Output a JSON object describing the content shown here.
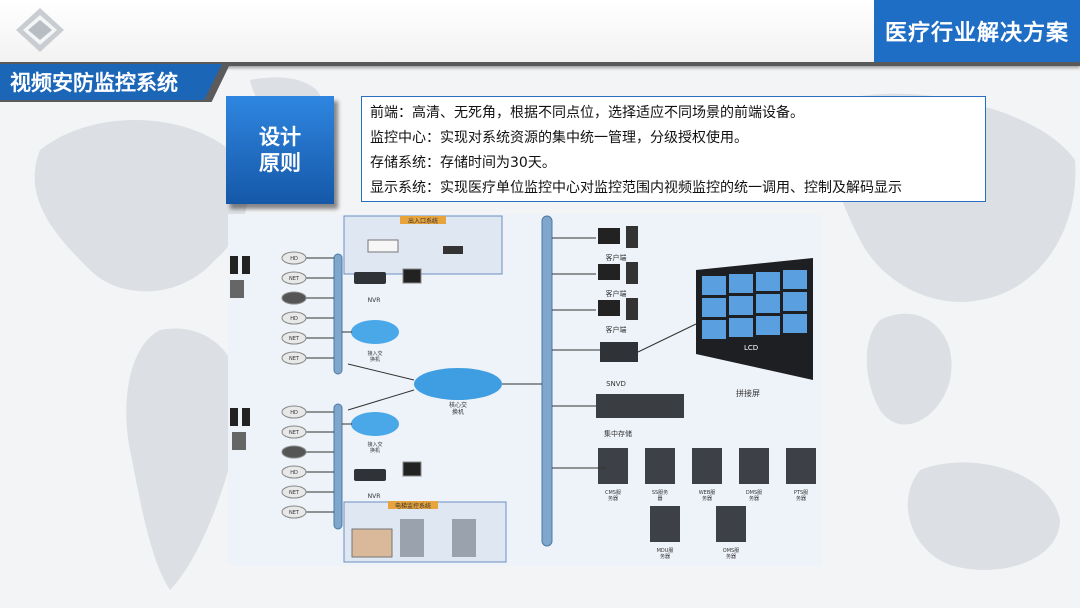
{
  "header": {
    "industry_title": "医疗行业解决方案",
    "section_title": "视频安防监控系统"
  },
  "principle": {
    "line1": "设计",
    "line2": "原则"
  },
  "design_points": [
    "前端：高清、无死角，根据不同点位，选择适应不同场景的前端设备。",
    "监控中心：实现对系统资源的集中统一管理，分级授权使用。",
    "存储系统：存储时间为30天。",
    "显示系统：实现医疗单位监控中心对监控范围内视频监控的统一调用、控制及解码显示"
  ],
  "diagram": {
    "camera_labels_top": [
      "HD",
      "NET",
      "",
      "HD",
      "NET",
      "NET"
    ],
    "camera_labels_bottom": [
      "HD",
      "NET",
      "",
      "HD",
      "NET",
      "NET"
    ],
    "nvr_top": "NVR",
    "nvr_bottom": "NVR",
    "core_switch": [
      "核心交",
      "换机"
    ],
    "access_switch": [
      "接入交",
      "换机"
    ],
    "clients": [
      "客户端",
      "客户端",
      "客户端"
    ],
    "lcd": "LCD",
    "video_wall": "拼接屏",
    "svad": "SNVD",
    "central_storage": "集中存储",
    "servers_row1": [
      [
        "CMS服",
        "务器"
      ],
      [
        "SS服务",
        "器"
      ],
      [
        "WEB服",
        "务器"
      ],
      [
        "DMS服",
        "务器"
      ],
      [
        "PTS服",
        "务器"
      ]
    ],
    "servers_row2": [
      [
        "MDU服",
        "务器"
      ],
      [
        "OMS服",
        "务器"
      ]
    ],
    "top_panel_title": "出入口系统",
    "bottom_panel_title": "电梯监控系统",
    "colors": {
      "accent": "#1f6ec5",
      "section": "#1c66b8",
      "video_tile": "#5a9fe0",
      "bus": "#7fa6cc"
    }
  }
}
